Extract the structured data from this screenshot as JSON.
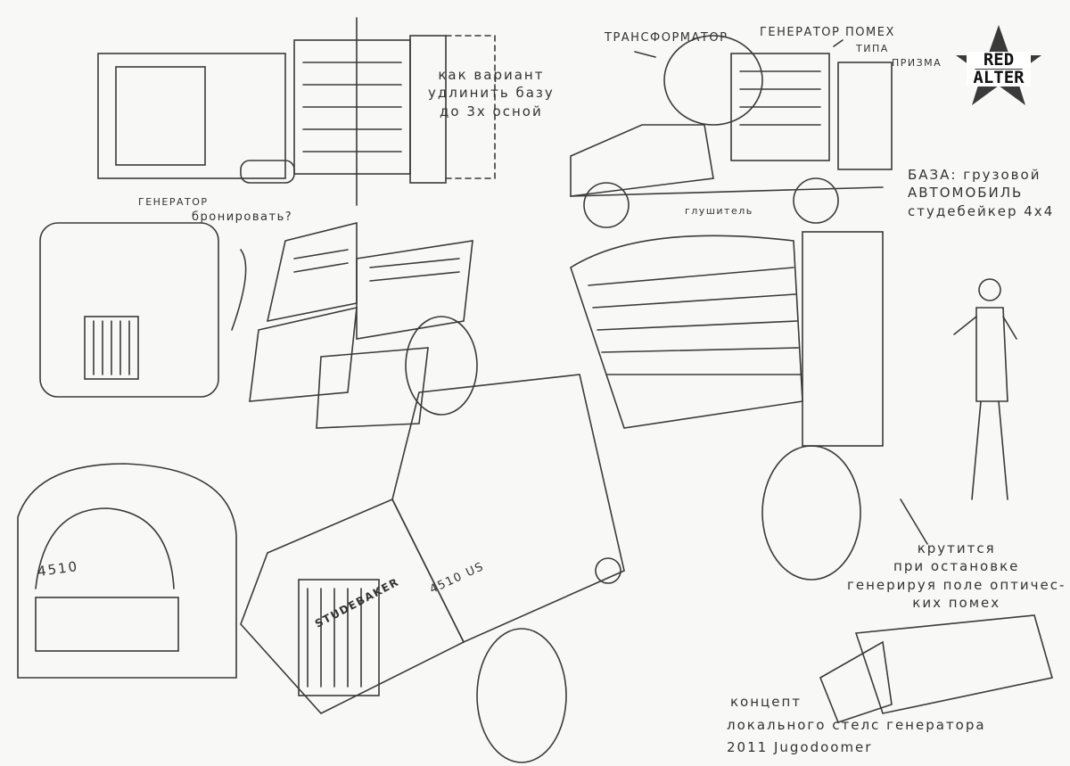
{
  "logo": {
    "line1": "RED",
    "line2": "ALTER",
    "star_color": "#3a3a3a"
  },
  "notes": {
    "variant": [
      "как вариант",
      "удлинить базу",
      "до 3х осной"
    ],
    "transformer": "ТРАНСФОРМАТОР",
    "jammer": [
      "ГЕНЕРАТОР ПОМЕХ",
      "ТИПА",
      "ПРИЗМА"
    ],
    "base": [
      "БАЗА: грузовой",
      "АВТОМОБИЛЬ",
      "студебейкер 4х4"
    ],
    "muffler": "глушитель",
    "generator": [
      "ГЕНЕРАТОР",
      "бронировать?"
    ],
    "rotates": [
      "крутится",
      "при остановке",
      "генерируя поле оптичес-",
      "ких помех"
    ],
    "concept": [
      "концепт",
      "локального стелс генератора",
      "2011 Jugodoomer"
    ]
  },
  "truck_markings": {
    "grille": "STUDEBAKER",
    "hood": "4510 US",
    "rear": "4510"
  },
  "colors": {
    "pencil": "#333333",
    "paper": "#f8f8f7"
  }
}
